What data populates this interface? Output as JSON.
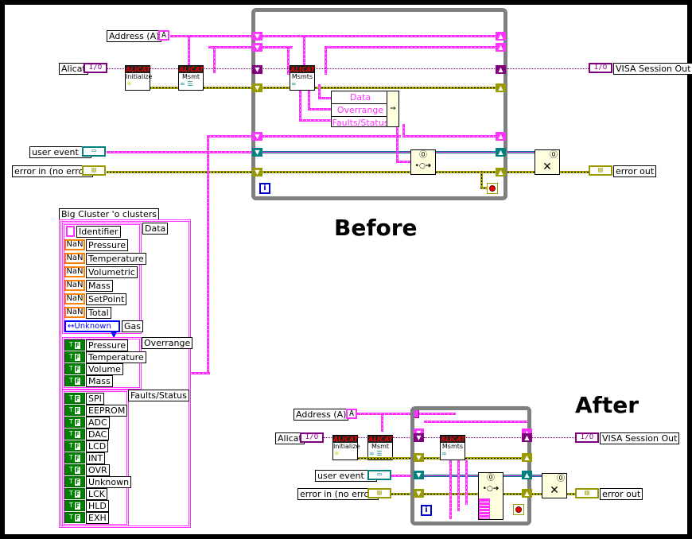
{
  "before": {
    "title": "Before",
    "controls": {
      "address_label": "Address (A)",
      "address_value": "A",
      "alicat_label": "Alicat",
      "alicat_terminal": "I/O",
      "user_event_label": "user event in",
      "error_in_label": "error in (no error)"
    },
    "indicators": {
      "visa_out_label": "VISA Session Out",
      "visa_out_terminal": "I/O",
      "error_out_label": "error out"
    },
    "subvis": [
      {
        "brand": "ALICAT",
        "name": "Initialize"
      },
      {
        "brand": "ALICAT",
        "name": "Msmt"
      },
      {
        "brand": "ALICAT",
        "name": "Msmts"
      }
    ],
    "unbundle_by_name": [
      "Data",
      "Overrange",
      "Faults/Status"
    ],
    "loop_iteration": "i"
  },
  "big_cluster": {
    "label": "Big Cluster 'o clusters",
    "data": {
      "label": "Data",
      "identifier_label": "Identifier",
      "numerics": [
        {
          "label": "Pressure",
          "value": "NaN"
        },
        {
          "label": "Temperature",
          "value": "NaN"
        },
        {
          "label": "Volumetric",
          "value": "NaN"
        },
        {
          "label": "Mass",
          "value": "NaN"
        },
        {
          "label": "SetPoint",
          "value": "NaN"
        },
        {
          "label": "Total",
          "value": "NaN"
        }
      ],
      "gas_label": "Gas",
      "gas_value": "Unknown"
    },
    "overrange": {
      "label": "Overrange",
      "items": [
        "Pressure",
        "Temperature",
        "Volume",
        "Mass"
      ]
    },
    "faults_status": {
      "label": "Faults/Status",
      "items": [
        "SPI",
        "EEPROM",
        "ADC",
        "DAC",
        "LCD",
        "INT",
        "OVR",
        "Unknown",
        "LCK",
        "HLD",
        "EXH"
      ]
    },
    "bool_value": "F"
  },
  "after": {
    "title": "After",
    "controls": {
      "address_label": "Address (A)",
      "address_value": "A",
      "alicat_label": "Alicat",
      "alicat_terminal": "I/O",
      "user_event_label": "user event in",
      "error_in_label": "error in (no error)"
    },
    "indicators": {
      "visa_out_label": "VISA Session Out",
      "visa_out_terminal": "I/O",
      "error_out_label": "error out"
    },
    "subvis": [
      {
        "brand": "ALICAT",
        "name": "Initialize"
      },
      {
        "brand": "ALICAT",
        "name": "Msmt"
      },
      {
        "brand": "ALICAT",
        "name": "Msmts"
      }
    ],
    "loop_iteration": "i"
  }
}
